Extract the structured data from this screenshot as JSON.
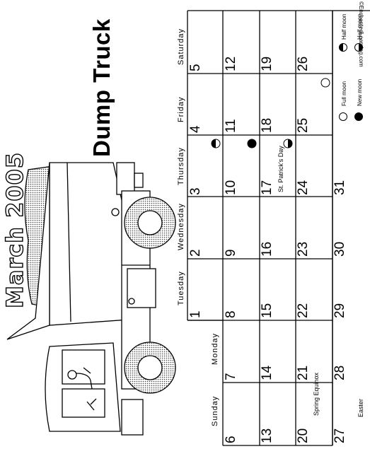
{
  "page_title": "March 2005",
  "subtitle": "Dump Truck",
  "credit": "©EnchantedLearning.com",
  "weekdays": [
    "Sunday",
    "Monday",
    "Tuesday",
    "Wednesday",
    "Thursday",
    "Friday",
    "Saturday"
  ],
  "dates": [
    "1",
    "2",
    "3",
    "4",
    "5",
    "6",
    "7",
    "8",
    "9",
    "10",
    "11",
    "12",
    "13",
    "14",
    "15",
    "16",
    "17",
    "18",
    "19",
    "20",
    "21",
    "22",
    "23",
    "24",
    "25",
    "26",
    "27",
    "28",
    "29",
    "30",
    "31"
  ],
  "holidays": {
    "st_patricks": "St. Patrick's Day",
    "spring_equinox": "Spring Equinox",
    "easter": "Easter"
  },
  "legend": {
    "full_moon": "Full moon",
    "new_moon": "New moon",
    "half_moon_1": "Half moon",
    "half_moon_2": "Half moon"
  },
  "moon_phases": [
    {
      "date": "3",
      "phase": "half-moon"
    },
    {
      "date": "10",
      "phase": "new-moon"
    },
    {
      "date": "17",
      "phase": "half-moon"
    },
    {
      "date": "25",
      "phase": "full-moon"
    }
  ]
}
